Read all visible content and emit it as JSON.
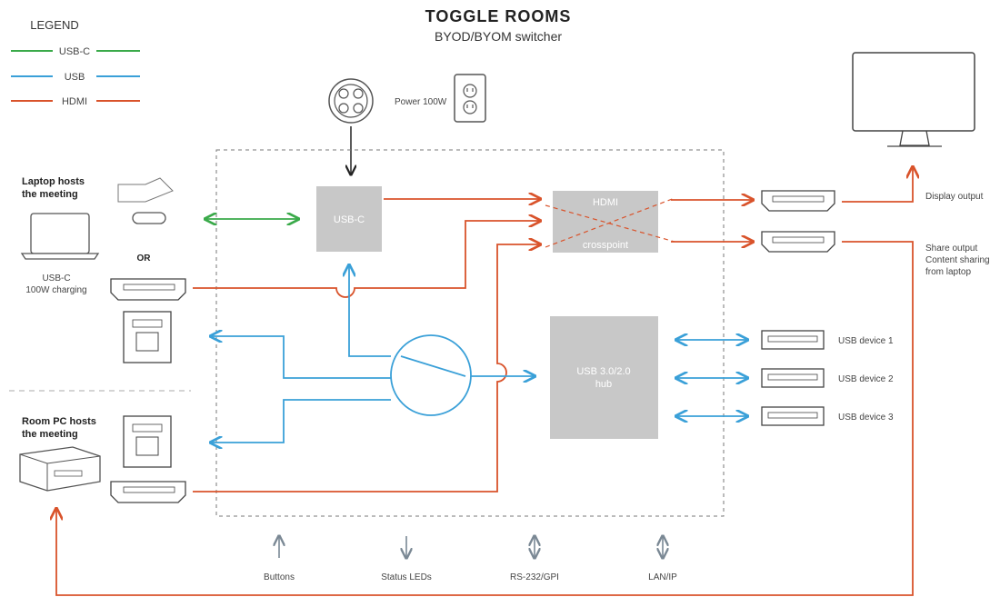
{
  "title": "TOGGLE ROOMS",
  "subtitle": "BYOD/BYOM switcher",
  "legend": {
    "heading": "LEGEND",
    "items": [
      {
        "label": "USB-C",
        "color": "#3aaa4a"
      },
      {
        "label": "USB",
        "color": "#3aa0d8"
      },
      {
        "label": "HDMI",
        "color": "#d9532b"
      }
    ]
  },
  "power": {
    "label": "Power 100W"
  },
  "blocks": {
    "usbc": "USB-C",
    "hdmi_top": "HDMI",
    "hdmi_bottom": "crosspoint",
    "hub_line1": "USB 3.0/2.0",
    "hub_line2": "hub"
  },
  "left": {
    "laptop_heading_1": "Laptop hosts",
    "laptop_heading_2": "the meeting",
    "laptop_caption_1": "USB-C",
    "laptop_caption_2": "100W charging",
    "or_label": "OR",
    "roompc_heading_1": "Room PC hosts",
    "roompc_heading_2": "the meeting"
  },
  "right": {
    "display_output": "Display output",
    "share_output_1": "Share output",
    "share_output_2": "Content sharing",
    "share_output_3": "from laptop",
    "usb_devices": [
      "USB device 1",
      "USB device 2",
      "USB device 3"
    ]
  },
  "bottom_io": [
    "Buttons",
    "Status LEDs",
    "RS-232/GPI",
    "LAN/IP"
  ],
  "colors": {
    "usbc": "#3aaa4a",
    "usb": "#3aa0d8",
    "hdmi": "#d9532b",
    "block": "#c8c8c8",
    "io_arrow": "#7a8894"
  }
}
